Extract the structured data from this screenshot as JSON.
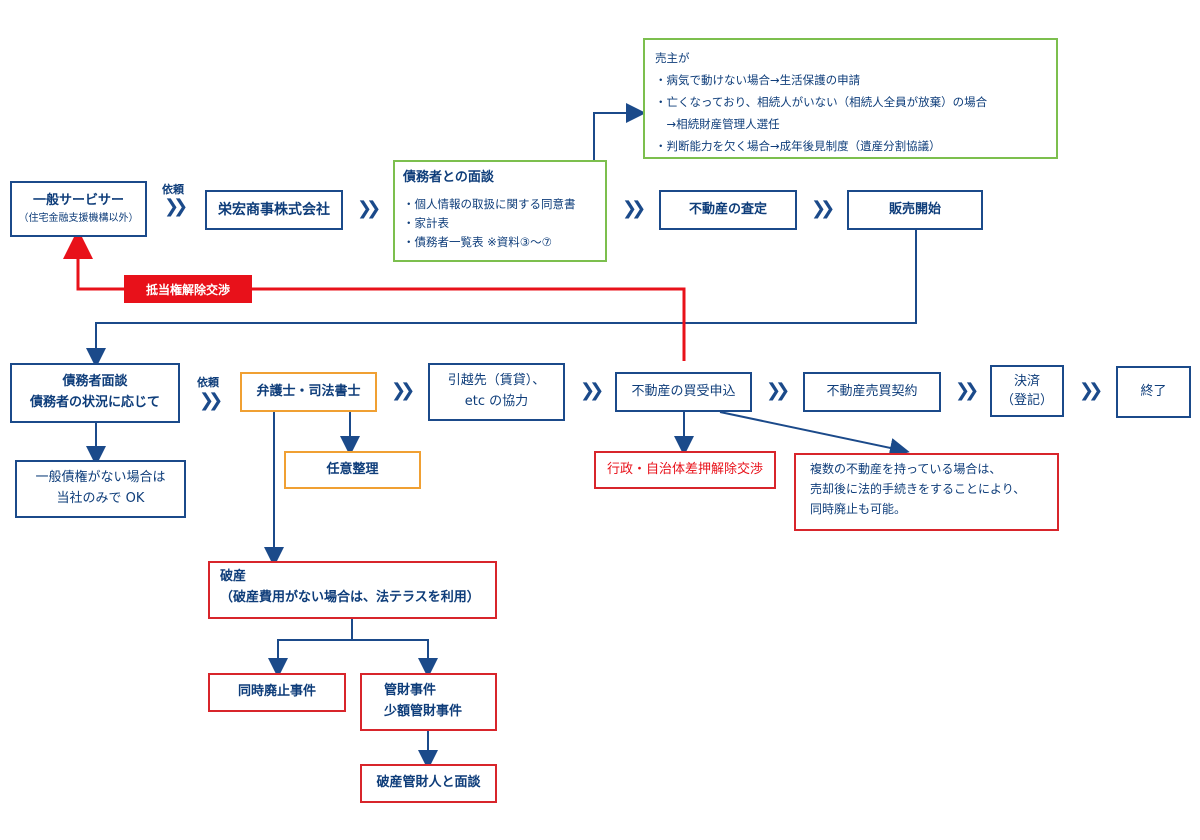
{
  "nodes": {
    "general_servicer": {
      "title": "一般サービサー",
      "sub": "（住宅金融支援機構以外）"
    },
    "eiko": "栄宏商事株式会社",
    "debtor_interview": {
      "title": "債務者との面談",
      "items": [
        "・個人情報の取扱に関する同意書",
        "・家計表",
        "・債務者一覧表 ※資料③〜⑦"
      ]
    },
    "seller_note": {
      "title": "売主が",
      "items": [
        "・病気で動けない場合→生活保護の申請",
        "・亡くなっており、相続人がいない（相続人全員が放棄）の場合",
        "　→相続財産管理人選任",
        "・判断能力を欠く場合→成年後見制度（遺産分割協議）"
      ]
    },
    "appraisal": "不動産の査定",
    "sales_start": "販売開始",
    "mortgage_release": "抵当権解除交渉",
    "debtor_meeting": {
      "line1": "債務者面談",
      "line2": "債務者の状況に応じて"
    },
    "no_general_debt": {
      "line1": "一般債権がない場合は",
      "line2": "当社のみで OK"
    },
    "lawyer": "弁護士・司法書士",
    "voluntary": "任意整理",
    "relocation": {
      "line1": "引越先（賃貸）、",
      "line2": "etc の協力"
    },
    "purchase_offer": "不動産の買受申込",
    "gov_release": "行政・自治体差押解除交渉",
    "multiple_property": {
      "line1": "複数の不動産を持っている場合は、",
      "line2": "売却後に法的手続きをすることにより、",
      "line3": "同時廃止も可能。"
    },
    "sales_contract": "不動産売買契約",
    "settlement": {
      "line1": "決済",
      "line2": "（登記）"
    },
    "end": "終了",
    "bankruptcy": {
      "line1": "破産",
      "line2": "（破産費用がない場合は、法テラスを利用）"
    },
    "simultaneous": "同時廃止事件",
    "trustee_case": {
      "line1": "管財事件",
      "line2": "少額管財事件"
    },
    "trustee_meeting": "破産管財人と面談"
  },
  "labels": {
    "request1": "依頼",
    "request2": "依頼"
  },
  "colors": {
    "navy": "#1b4a8a",
    "red": "#e8111a",
    "green": "#7cbf4e",
    "orange": "#f0a033"
  }
}
